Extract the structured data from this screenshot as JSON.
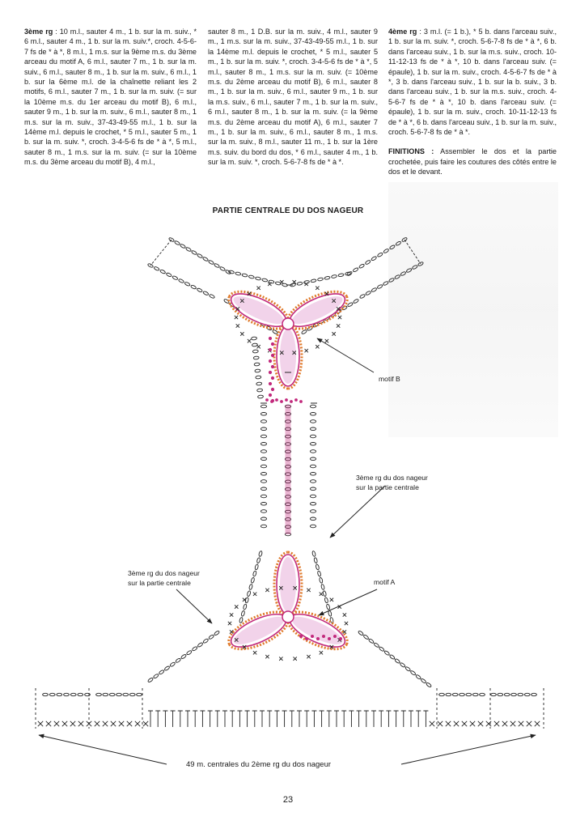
{
  "col1": {
    "heading": "3ème rg",
    "body": " : 10 m.l., sauter 4 m., 1 b. sur la m. suiv., * 6 m.l., sauter 4 m., 1 b. sur la m. suiv.*, croch. 4-5-6-7 fs de * à *, 8 m.l., 1 m.s. sur la 9ème m.s. du 3ème arceau du motif A, 6 m.l., sauter 7 m., 1 b. sur la m. suiv., 6 m.l., sauter 8 m., 1 b. sur la m. suiv., 6 m.l., 1 b. sur la 6ème m.l. de la chaînette reliant les 2 motifs, 6 m.l., sauter 7 m., 1 b. sur la m. suiv. (= sur la 10ème m.s. du 1er arceau du motif B), 6 m.l., sauter 9 m., 1 b. sur la m. suiv., 6 m.l., sauter 8 m., 1 m.s. sur la m. suiv., 37-43-49-55 m.l., 1 b. sur la 14ème m.l. depuis le crochet, * 5 m.l., sauter 5 m., 1 b. sur la m. suiv. *, croch. 3-4-5-6 fs de * à *, 5 m.l., sauter 8 m., 1 m.s. sur la m. suiv. (= sur la 10ème m.s. du 3ème arceau du motif B), 4 m.l.,"
  },
  "col2": {
    "body": "sauter 8 m., 1 D.B. sur la m. suiv., 4 m.l., sauter 9 m., 1 m.s. sur la m. suiv., 37-43-49-55 m.l., 1 b. sur la 14ème m.l. depuis le crochet, * 5 m.l., sauter 5 m., 1 b. sur la m. suiv. *, croch. 3-4-5-6 fs de * à *, 5 m.l., sauter 8 m., 1 m.s. sur la m. suiv. (= 10ème m.s. du 2ème arceau du motif B), 6 m.l., sauter 8 m., 1 b. sur la m. suiv., 6 m.l., sauter 9 m., 1 b. sur la m.s. suiv., 6 m.l., sauter 7 m., 1 b. sur la m. suiv., 6 m.l., sauter 8 m., 1 b. sur la m. suiv. (= la 9ème m.s. du 2ème arceau du motif A), 6 m.l., sauter 7 m., 1 b. sur la m. suiv., 6 m.l., sauter 8 m., 1 m.s. sur la m. suiv., 8 m.l., sauter 11 m., 1 b. sur la 1ère m.s. suiv. du bord du dos, * 6 m.l., sauter 4 m., 1 b. sur la m. suiv. *, croch. 5-6-7-8 fs de * à *."
  },
  "col3": {
    "heading": "4ème rg",
    "body": " : 3 m.l. (= 1 b.), * 5 b. dans l'arceau suiv., 1 b. sur la m. suiv. *, croch. 5-6-7-8 fs de * à *, 6 b. dans l'arceau suiv., 1 b. sur la m.s. suiv., croch. 10-11-12-13 fs de * à *, 10 b. dans l'arceau suiv. (= épaule), 1 b. sur la m. suiv., croch. 4-5-6-7 fs de * à *, 3 b. dans l'arceau suiv., 1 b. sur la b. suiv., 3 b. dans l'arceau suiv., 1 b. sur la m.s. suiv., croch. 4-5-6-7 fs de * à *, 10 b. dans l'arceau suiv. (= épaule), 1 b. sur la m. suiv., croch. 10-11-12-13 fs de * à *, 6 b. dans l'arceau suiv., 1 b. sur la m. suiv., croch. 5-6-7-8 fs de * à *.",
    "finitions_heading": "FINITIONS :",
    "finitions_body": " Assembler le dos et la partie crochetée, puis faire les coutures des côtés entre le dos et le devant."
  },
  "diagram": {
    "title": "PARTIE CENTRALE DU DOS NAGEUR",
    "label_motif_b": "motif B",
    "label_motif_a": "motif A",
    "label_row3_right_1": "3ème rg du dos nageur",
    "label_row3_right_2": "sur la partie centrale",
    "label_row3_left_1": "3ème rg du dos nageur",
    "label_row3_left_2": "sur la partie centrale",
    "label_bottom": "49 m. centrales du 2ème rg du dos nageur"
  },
  "colors": {
    "petal_fill": "#f2d3ea",
    "petal_stroke": "#c2297c",
    "cross_stitch": "#e07a2a",
    "magenta_dots": "#c2297c",
    "ink": "#222222"
  },
  "page": {
    "number": "23"
  }
}
